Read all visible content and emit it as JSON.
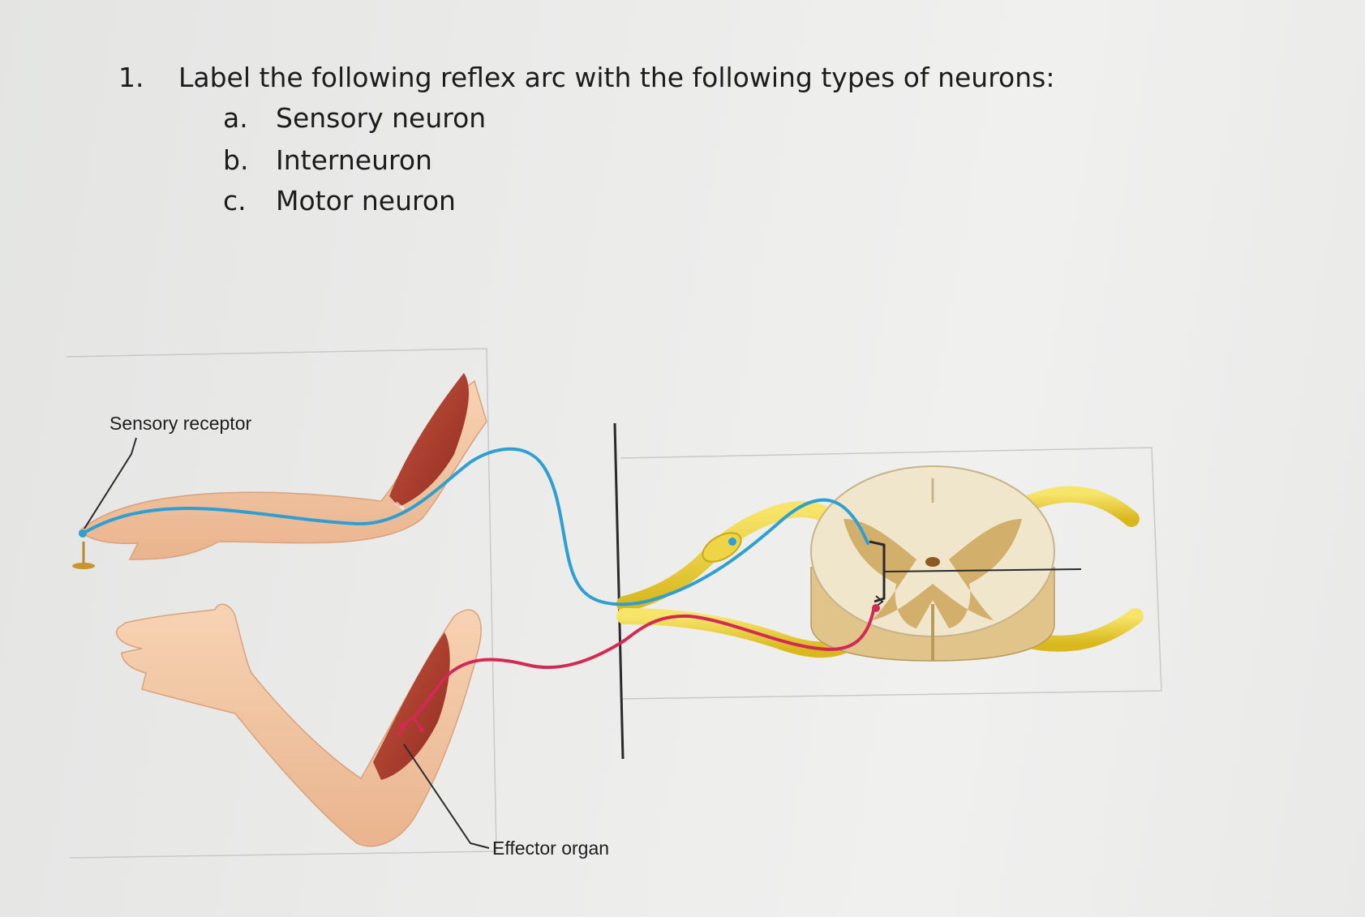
{
  "question": {
    "number": "1.",
    "prompt": "Label the following reflex arc with the following types of neurons:",
    "options": [
      {
        "letter": "a.",
        "text": "Sensory neuron"
      },
      {
        "letter": "b.",
        "text": "Interneuron"
      },
      {
        "letter": "c.",
        "text": "Motor neuron"
      }
    ]
  },
  "figure": {
    "labels": {
      "sensory_receptor": "Sensory receptor",
      "effector_organ": "Effector organ"
    },
    "colors": {
      "sensory_neuron": "#2f9fd2",
      "motor_neuron": "#d12a55",
      "nerve": "#ebd12e",
      "skin": "#f2c6a2",
      "muscle": "#b23a2b",
      "gray_matter": "#d2b06b",
      "white_matter": "#efe6cc"
    }
  }
}
